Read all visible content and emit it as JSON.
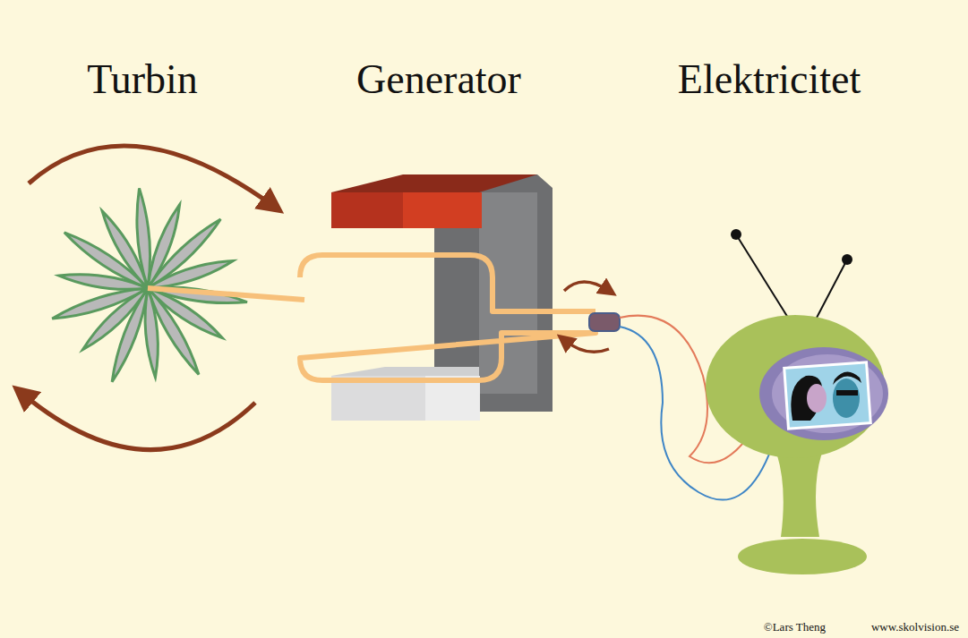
{
  "diagram": {
    "labels": [
      "Turbin",
      "Generator",
      "Elektricitet",
      "©Lars Theng",
      "www.skolvision.se"
    ]
  }
}
